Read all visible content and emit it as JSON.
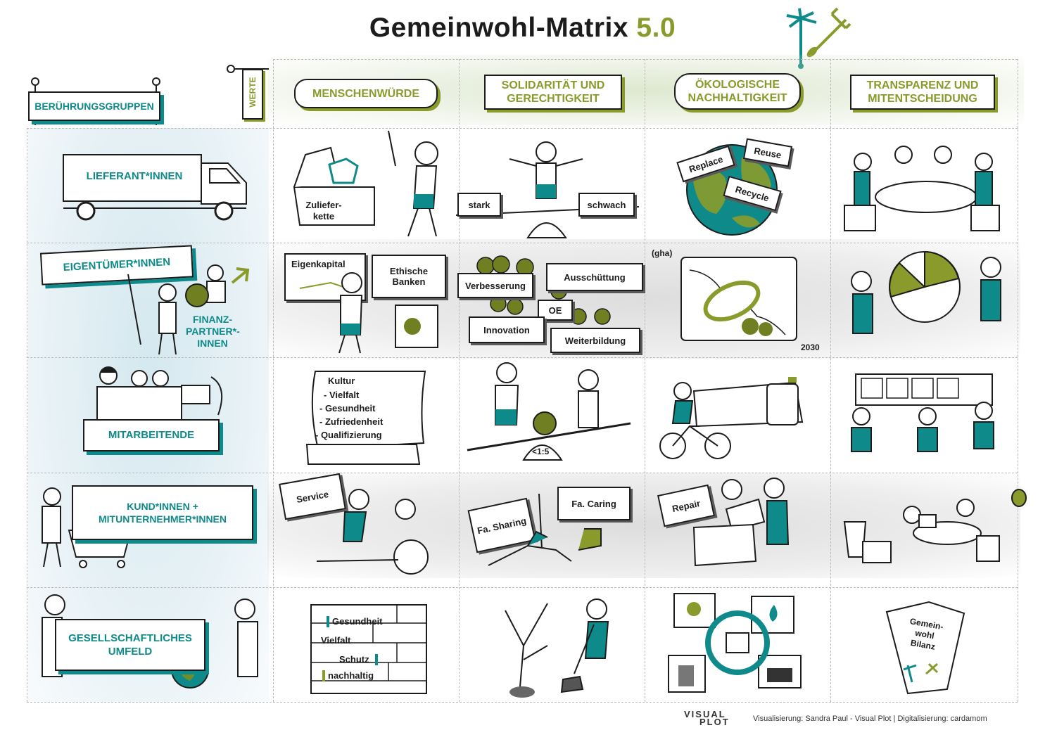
{
  "title": "Gemeinwohl-Matrix",
  "version": "5.0",
  "corner": {
    "stakeholders": "BERÜHRUNGSGRUPPEN",
    "values": "WERTE"
  },
  "values": [
    {
      "label": "MENSCHENWÜRDE"
    },
    {
      "label": "SOLIDARITÄT UND GERECHTIGKEIT"
    },
    {
      "label": "ÖKOLOGISCHE NACHHALTIGKEIT"
    },
    {
      "label": "TRANSPARENZ UND MITENTSCHEIDUNG"
    }
  ],
  "groups": [
    {
      "label": "LIEFERANT*INNEN"
    },
    {
      "label": "EIGENTÜMER*INNEN",
      "sub": "FINANZ-PARTNER*-INNEN"
    },
    {
      "label": "MITARBEITENDE"
    },
    {
      "label": "KUND*INNEN + MITUNTERNEHMER*INNEN"
    },
    {
      "label": "GESELLSCHAFTLICHES UMFELD"
    }
  ],
  "cells": {
    "a1": {
      "box": "Zuliefer-kette"
    },
    "b1": {
      "left": "stark",
      "right": "schwach"
    },
    "c1": {
      "words": [
        "Replace",
        "Reuse",
        "Recycle"
      ]
    },
    "a2": {
      "chart": "Eigenkapital",
      "bank": "Ethische Banken"
    },
    "b2": {
      "words": [
        "Verbesserung",
        "Ausschüttung",
        "OE",
        "Innovation",
        "Weiterbildung"
      ]
    },
    "c2": {
      "unit": "(gha)",
      "year": "2030"
    },
    "a3": {
      "heading": "Kultur",
      "items": [
        "- Vielfalt",
        "- Gesundheit",
        "- Zufriedenheit",
        "- Qualifizierung"
      ]
    },
    "b3": {
      "ratio": "<1:5"
    },
    "a4": {
      "sign": "Service"
    },
    "b4": {
      "left": "Fa. Sharing",
      "right": "Fa. Caring"
    },
    "c4": {
      "sign": "Repair"
    },
    "a5": {
      "bricks": [
        "Gesundheit",
        "Vielfalt",
        "Schutz",
        "nachhaltig"
      ]
    },
    "d5": {
      "book": "Gemein-wohl Bilanz"
    }
  },
  "footer": {
    "logo_top": "VISUAL",
    "logo_bottom": "PLOT",
    "credit": "Visualisierung: Sandra Paul - Visual Plot | Digitalisierung: cardamom"
  },
  "colors": {
    "teal": "#0f8a8a",
    "olive": "#8a9a2b",
    "ink": "#1c1c1c"
  }
}
